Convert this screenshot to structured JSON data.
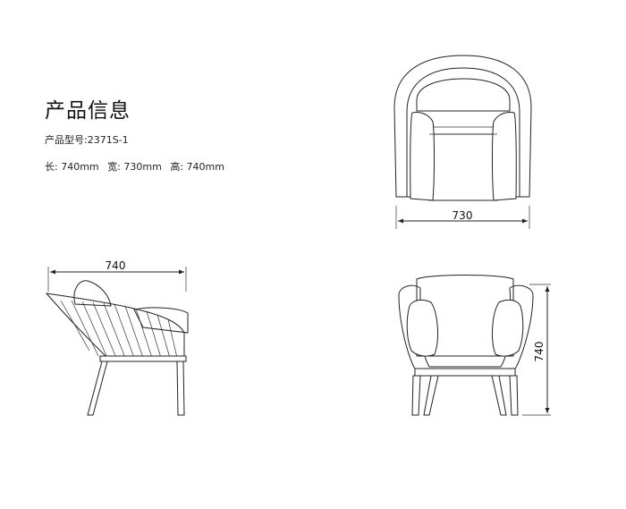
{
  "info": {
    "title": "产品信息",
    "model_label": "产品型号:",
    "model_value": "2371S-1",
    "length_label": "长:",
    "length_value": "740mm",
    "width_label": "宽:",
    "width_value": "730mm",
    "height_label": "高:",
    "height_value": "740mm"
  },
  "views": {
    "top": {
      "dimension": "730"
    },
    "side": {
      "dimension": "740"
    },
    "front": {
      "dimension": "740"
    }
  }
}
